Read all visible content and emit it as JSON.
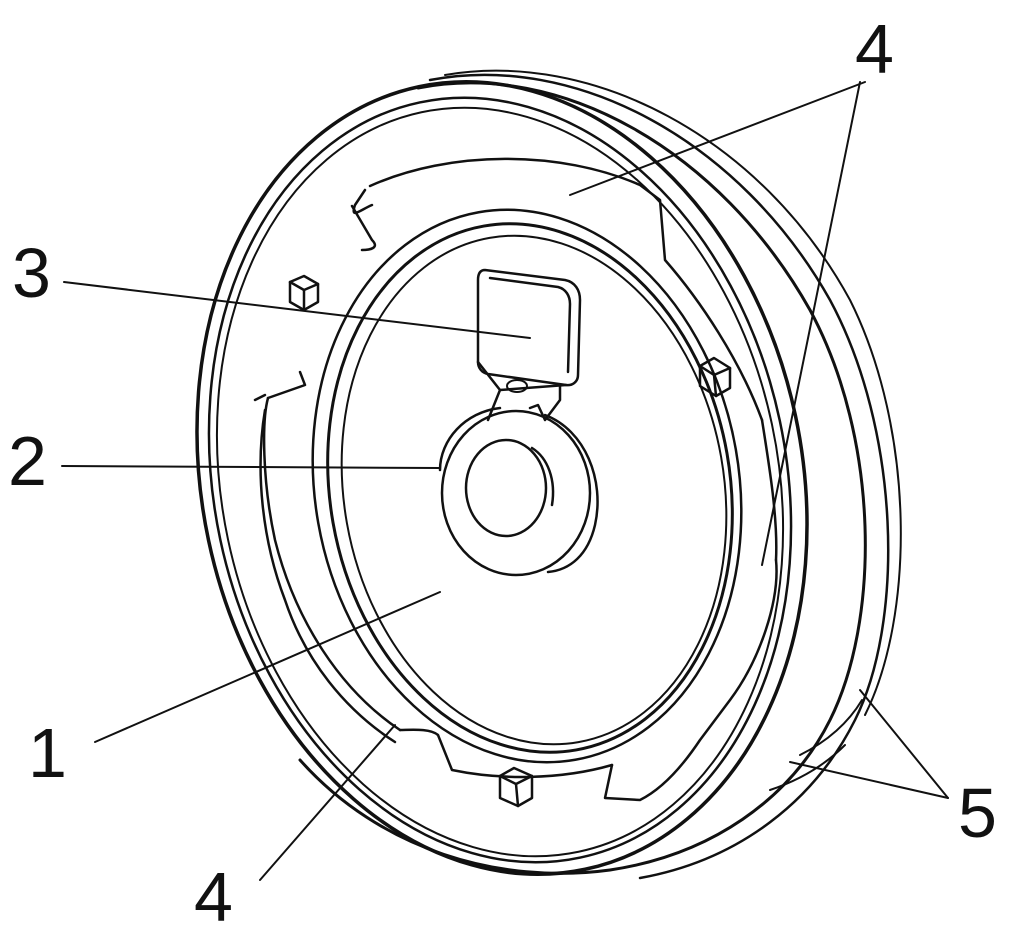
{
  "figure": {
    "reference_numerals": {
      "n1": "1",
      "n2": "2",
      "n3": "3",
      "n4_top": "4",
      "n4_bottom": "4",
      "n5": "5"
    },
    "colors": {
      "line": "#111111",
      "background": "#ffffff"
    }
  }
}
